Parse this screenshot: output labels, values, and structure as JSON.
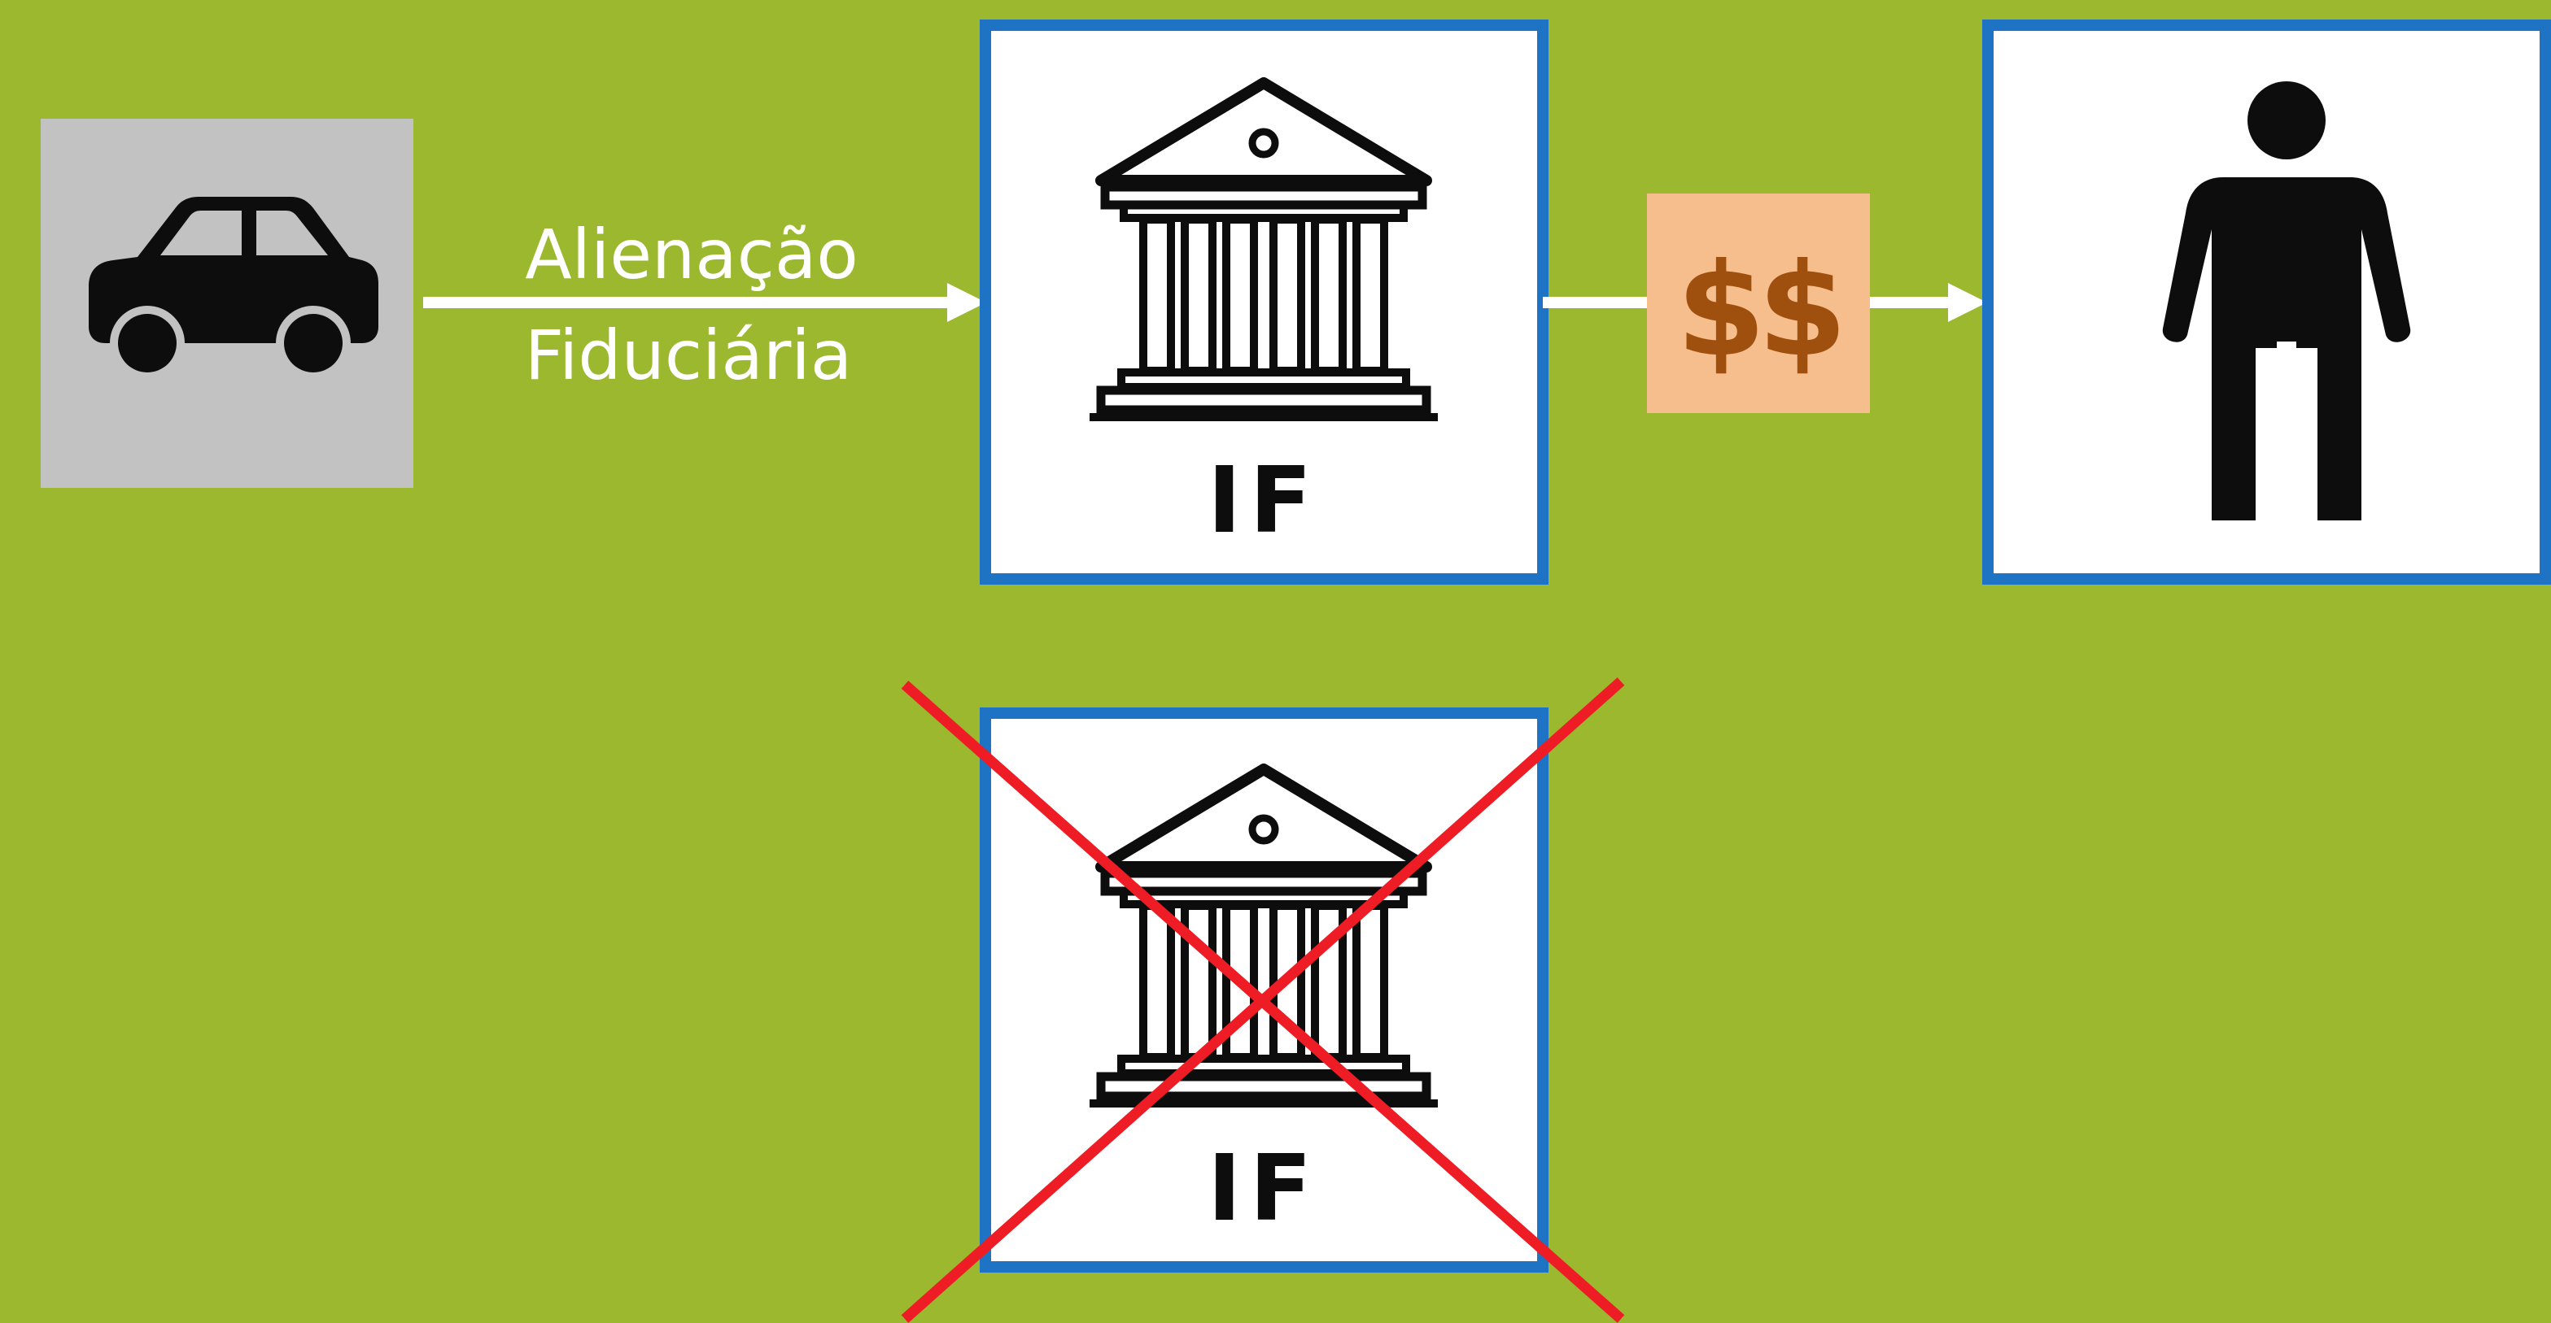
{
  "colors": {
    "background": "#9bb82f",
    "box_border": "#1f73c4",
    "box_fill": "#ffffff",
    "car_tile": "#c2c2c2",
    "money_tile": "#f5be8c",
    "money_text": "#a0500e",
    "arrow": "#ffffff",
    "icon": "#0d0d0d",
    "cross": "#ee1c25"
  },
  "arrow_label": {
    "line1": "Alienação",
    "line2": "Fiduciária"
  },
  "money": {
    "label": "$$"
  },
  "institution_top": {
    "label": "IF"
  },
  "institution_bottom": {
    "label": "IF",
    "crossed_out": true
  },
  "icons": {
    "vehicle": "car-icon",
    "institution": "bank-building-icon",
    "person": "person-icon"
  }
}
